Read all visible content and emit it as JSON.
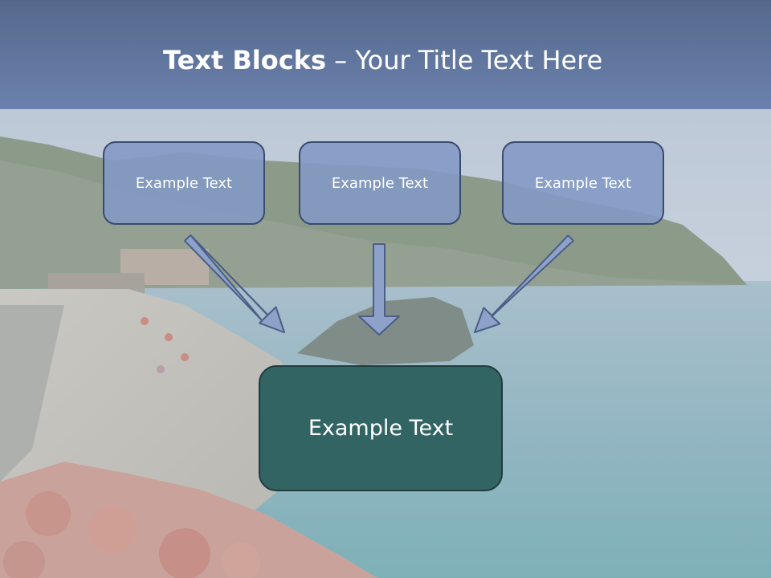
{
  "slide": {
    "title_bold": "Text Blocks",
    "title_dash": " – ",
    "title_rest": "Your Title Text Here"
  },
  "boxes": {
    "top_left": "Example Text",
    "top_center": "Example Text",
    "top_right": "Example Text",
    "bottom": "Example Text"
  },
  "colors": {
    "header": "#6a81ad",
    "small_box": "#8299c4",
    "big_box": "#326464",
    "arrow": "#8ea2c9"
  }
}
